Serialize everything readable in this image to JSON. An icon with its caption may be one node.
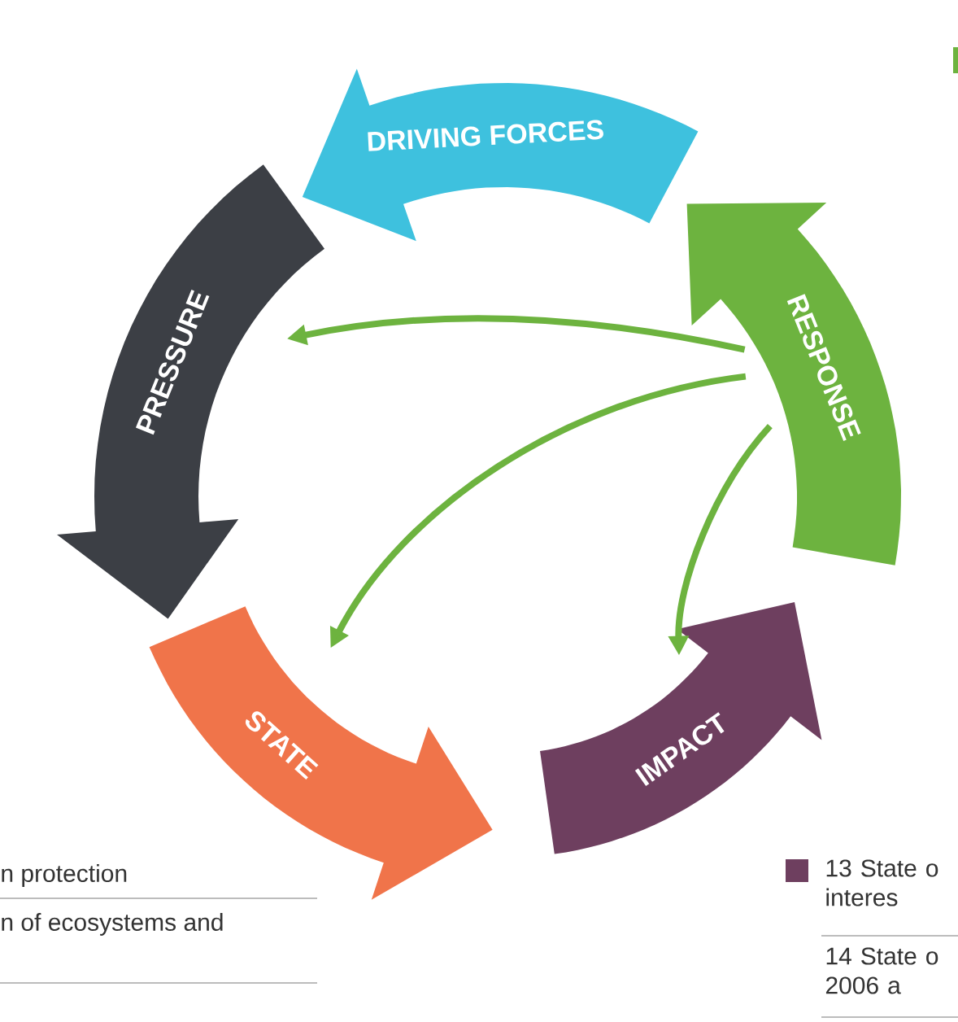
{
  "diagram": {
    "nodes": [
      {
        "text": [
          "DRIVING FORCES"
        ]
      },
      {
        "text": [
          "PRESSURE"
        ]
      },
      {
        "text": [
          "STATE"
        ]
      },
      {
        "text": [
          "IMPACT"
        ]
      },
      {
        "text": [
          "RESPONSE"
        ]
      }
    ],
    "edges": [
      {
        "from": 4,
        "to": 1,
        "arrow": "to"
      },
      {
        "from": 4,
        "to": 2,
        "arrow": "to"
      },
      {
        "from": 4,
        "to": 3,
        "arrow": "to"
      }
    ],
    "labels": [
      "n protection",
      "n of ecosystems and",
      "14 State o 2006 a"
    ],
    "legend": [
      {
        "text": "13 State o interes",
        "color": "#6e3f5f"
      }
    ]
  }
}
